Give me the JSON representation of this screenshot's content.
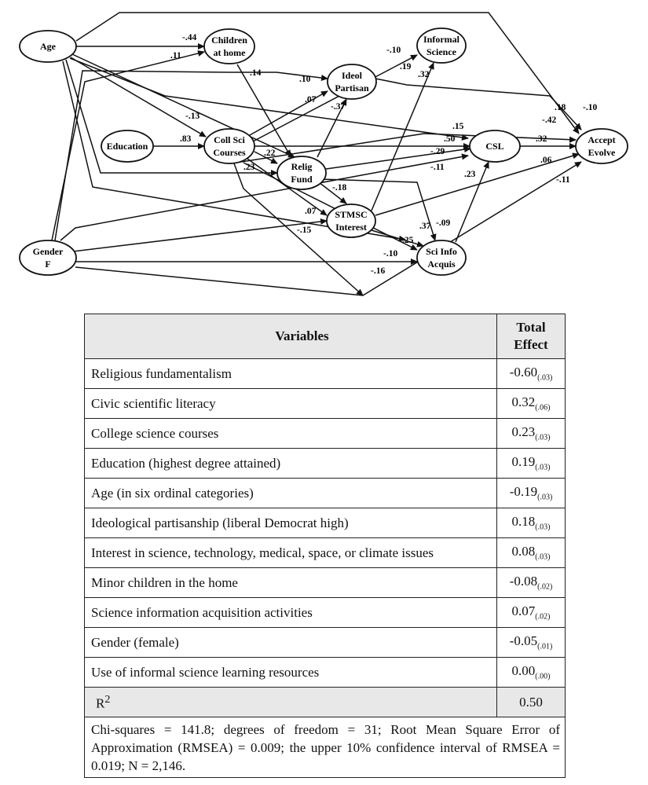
{
  "diagram": {
    "nodes": {
      "age": [
        "Age"
      ],
      "children": [
        "Children",
        "at home"
      ],
      "informal": [
        "Informal",
        "Science"
      ],
      "ideol": [
        "Ideol",
        "Partisan"
      ],
      "education": [
        "Education"
      ],
      "collsci": [
        "Coll Sci",
        "Courses"
      ],
      "relig": [
        "Relig",
        "Fund"
      ],
      "csl": [
        "CSL"
      ],
      "accept": [
        "Accept",
        "Evolve"
      ],
      "stmsc": [
        "STMSC",
        "Interest"
      ],
      "sciinfo": [
        "Sci Info",
        "Acquis"
      ],
      "gender": [
        "Gender",
        "F"
      ]
    },
    "coefficients": [
      "-.44",
      ".11",
      ".14",
      "-.10",
      ".19",
      ".32",
      ".10",
      ".07",
      "-.37",
      "-.13",
      ".83",
      ".22",
      ".23",
      "-.18",
      ".15",
      ".50",
      "-.29",
      "-.11",
      ".23",
      ".18",
      "-.10",
      "-.42",
      ".32",
      ".06",
      "-.11",
      ".07",
      "-.15",
      ".37",
      "-.09",
      ".25",
      "-.10",
      "-.16"
    ]
  },
  "table": {
    "header": {
      "variables": "Variables",
      "effect_line1": "Total",
      "effect_line2": "Effect"
    },
    "rows": [
      {
        "variable": "Religious fundamentalism",
        "value": "-0.60",
        "se": "(.03)"
      },
      {
        "variable": "Civic scientific literacy",
        "value": "0.32",
        "se": "(.06)"
      },
      {
        "variable": "College science courses",
        "value": "0.23",
        "se": "(.03)"
      },
      {
        "variable": "Education (highest degree attained)",
        "value": "0.19",
        "se": "(.03)"
      },
      {
        "variable": "Age (in six ordinal categories)",
        "value": "-0.19",
        "se": "(.03)"
      },
      {
        "variable": "Ideological partisanship (liberal Democrat high)",
        "value": "0.18",
        "se": "(.03)"
      },
      {
        "variable": "Interest in science, technology, medical, space, or climate issues",
        "value": "0.08",
        "se": "(.03)"
      },
      {
        "variable": "Minor children in the home",
        "value": "-0.08",
        "se": "(.02)"
      },
      {
        "variable": "Science information acquisition activities",
        "value": "0.07",
        "se": "(.02)"
      },
      {
        "variable": "Gender (female)",
        "value": "-0.05",
        "se": "(.01)"
      },
      {
        "variable": "Use of informal science learning resources",
        "value": "0.00",
        "se": "(.00)"
      }
    ],
    "r2": {
      "label": "R",
      "sup": "2",
      "value": "0.50"
    },
    "footnote": "Chi-squares = 141.8; degrees of freedom = 31; Root Mean Square Error of Approximation (RMSEA) = 0.009; the upper 10% confidence interval of RMSEA = 0.019; N = 2,146."
  }
}
